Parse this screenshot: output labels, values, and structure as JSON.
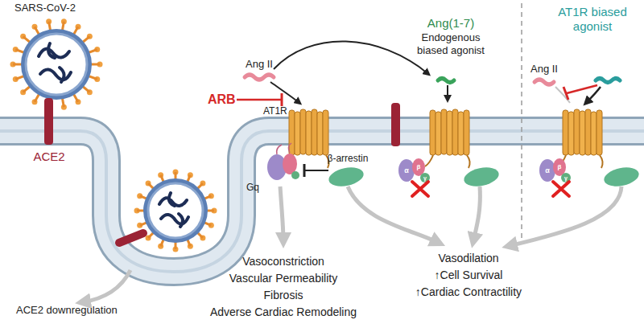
{
  "diagram": {
    "labels": [
      "SARS-CoV-2",
      "ACE2",
      "ACE2 downregulation",
      "Ang II",
      "ARB",
      "AT1R",
      "Gq",
      "β-arrestin",
      "Ang(1-7)",
      "Endogenous biased agonist",
      "Ang II",
      "AT1R biased agonist",
      "Vasoconstriction",
      "Vascular Permeability",
      "Fibrosis",
      "Adverse Cardiac Remodeling",
      "Vasodilation",
      "↑Cell Survival",
      "↑Cardiac Contractility",
      "α",
      "β",
      "γ",
      "α",
      "β",
      "γ"
    ]
  }
}
